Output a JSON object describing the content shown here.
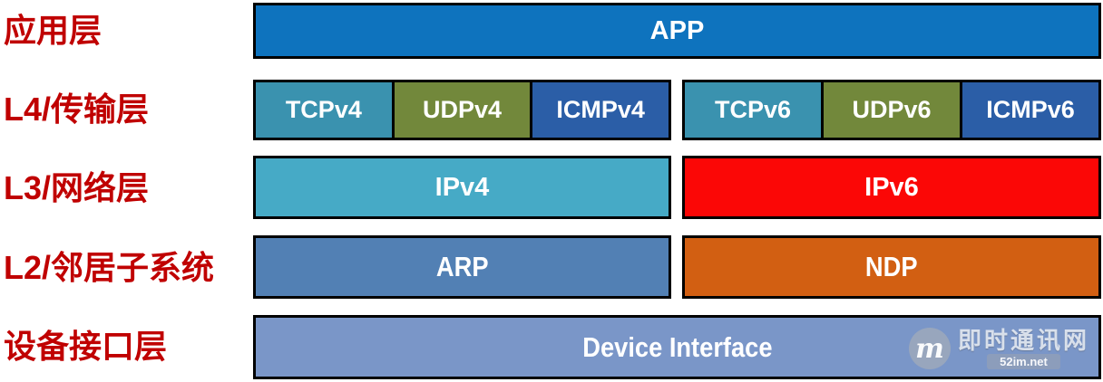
{
  "colors": {
    "label_red": "#C00000",
    "app": "#0E73BE",
    "tcp": "#3A92AF",
    "udp": "#72883B",
    "icmp": "#2B5EA7",
    "ipv4": "#46AAC6",
    "ipv6": "#FB0706",
    "arp": "#5280B4",
    "ndp": "#D25F12",
    "device": "#7A96C8",
    "border": "#000000",
    "box_text": "#FFFFFF"
  },
  "layers": {
    "app": {
      "label": "应用层",
      "box": "APP"
    },
    "l4": {
      "label": "L4/传输层",
      "v4": {
        "tcp": "TCPv4",
        "udp": "UDPv4",
        "icmp": "ICMPv4"
      },
      "v6": {
        "tcp": "TCPv6",
        "udp": "UDPv6",
        "icmp": "ICMPv6"
      }
    },
    "l3": {
      "label": "L3/网络层",
      "v4": "IPv4",
      "v6": "IPv6"
    },
    "l2": {
      "label": "L2/邻居子系统",
      "v4": "ARP",
      "v6": "NDP"
    },
    "device": {
      "label": "设备接口层",
      "box": "Device Interface"
    }
  },
  "watermark": {
    "logo_letter": "m",
    "site_name": "即时通讯网",
    "site_url": "52im.net"
  }
}
